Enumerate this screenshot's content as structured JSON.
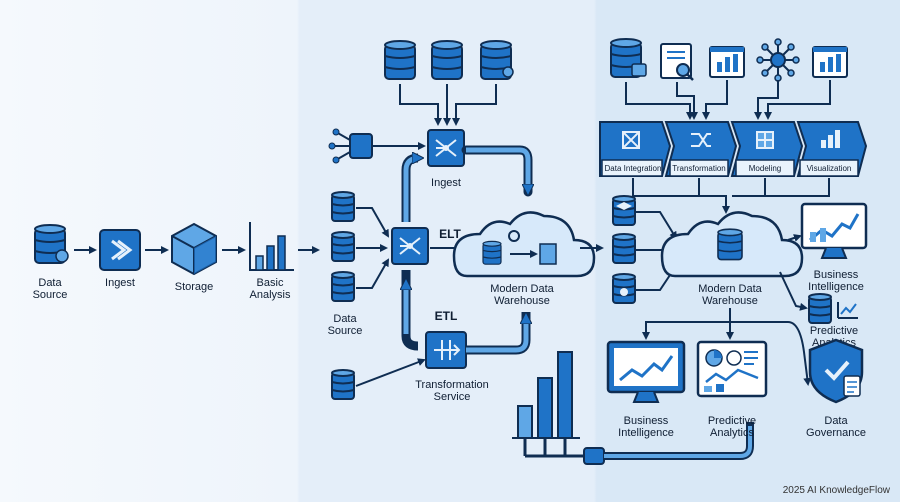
{
  "colors": {
    "accent": "#1f73c7",
    "accent_light": "#5fa7e6",
    "outline": "#0f2d52",
    "text": "#0f1e33",
    "panel_1": "#f5f9fd",
    "panel_2": "#e4eef9",
    "panel_3": "#d9e8f6"
  },
  "panel1": {
    "data_source": [
      "Data",
      "Source"
    ],
    "ingest": "Ingest",
    "storage": "Storage",
    "basic_analysis": [
      "Basic",
      "Analysis"
    ]
  },
  "panel2": {
    "ingest": "Ingest",
    "elt": "ELT",
    "etl": "ETL",
    "data_source": [
      "Data",
      "Source"
    ],
    "warehouse": [
      "Modern Data",
      "Warehouse"
    ],
    "transformation_service": [
      "Transformation",
      "Service"
    ]
  },
  "panel3": {
    "stages": [
      "Data Integration",
      "Transformation",
      "Modeling",
      "Visualization"
    ],
    "warehouse": [
      "Modern Data",
      "Warehouse"
    ],
    "business_intelligence_right": [
      "Business",
      "Intelligence"
    ],
    "predictive_analytics_right": [
      "Predictive",
      "Analytics"
    ],
    "business_intelligence": [
      "Business",
      "Intelligence"
    ],
    "predictive_analytics": [
      "Predictive",
      "Analytics"
    ],
    "data_governance": [
      "Data",
      "Governance"
    ]
  },
  "icons": [
    "database-icon",
    "funnel-icon",
    "cube-icon",
    "bar-chart-icon",
    "cloud-icon",
    "hub-icon",
    "shield-icon",
    "monitor-icon",
    "network-icon",
    "shuffle-icon",
    "puzzle-icon"
  ],
  "credit": "2025 AI KnowledgeFlow"
}
